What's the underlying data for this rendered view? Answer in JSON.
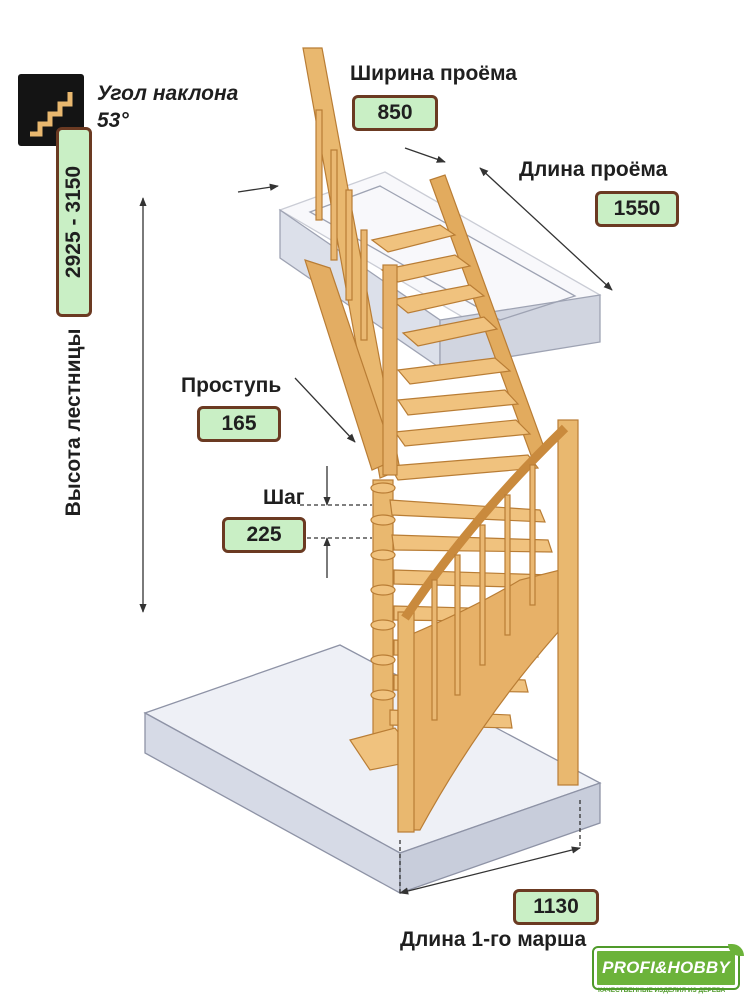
{
  "angle": {
    "label": "Угол наклона",
    "value": "53°",
    "icon": "stairs-icon"
  },
  "opening_width": {
    "label": "Ширина проёма",
    "value": "850"
  },
  "opening_length": {
    "label": "Длина проёма",
    "value": "1550"
  },
  "stair_height": {
    "label": "Высота лестницы",
    "value": "2925 - 3150"
  },
  "tread_depth": {
    "label": "Проступь",
    "value": "165"
  },
  "step": {
    "label": "Шаг",
    "value": "225"
  },
  "first_flight": {
    "label": "Длина 1-го марша",
    "value": "1130"
  },
  "logo": {
    "name": "PROFI&HOBBY",
    "tagline": "КАЧЕСТВЕННЫЕ ИЗДЕЛИЯ ИЗ ДЕРЕВА"
  },
  "colors": {
    "wood": "#e6b16a",
    "wood_dark": "#c98a3d",
    "value_bg": "#c9efc5",
    "value_border": "#6b3a22",
    "brand": "#6cb33a"
  }
}
